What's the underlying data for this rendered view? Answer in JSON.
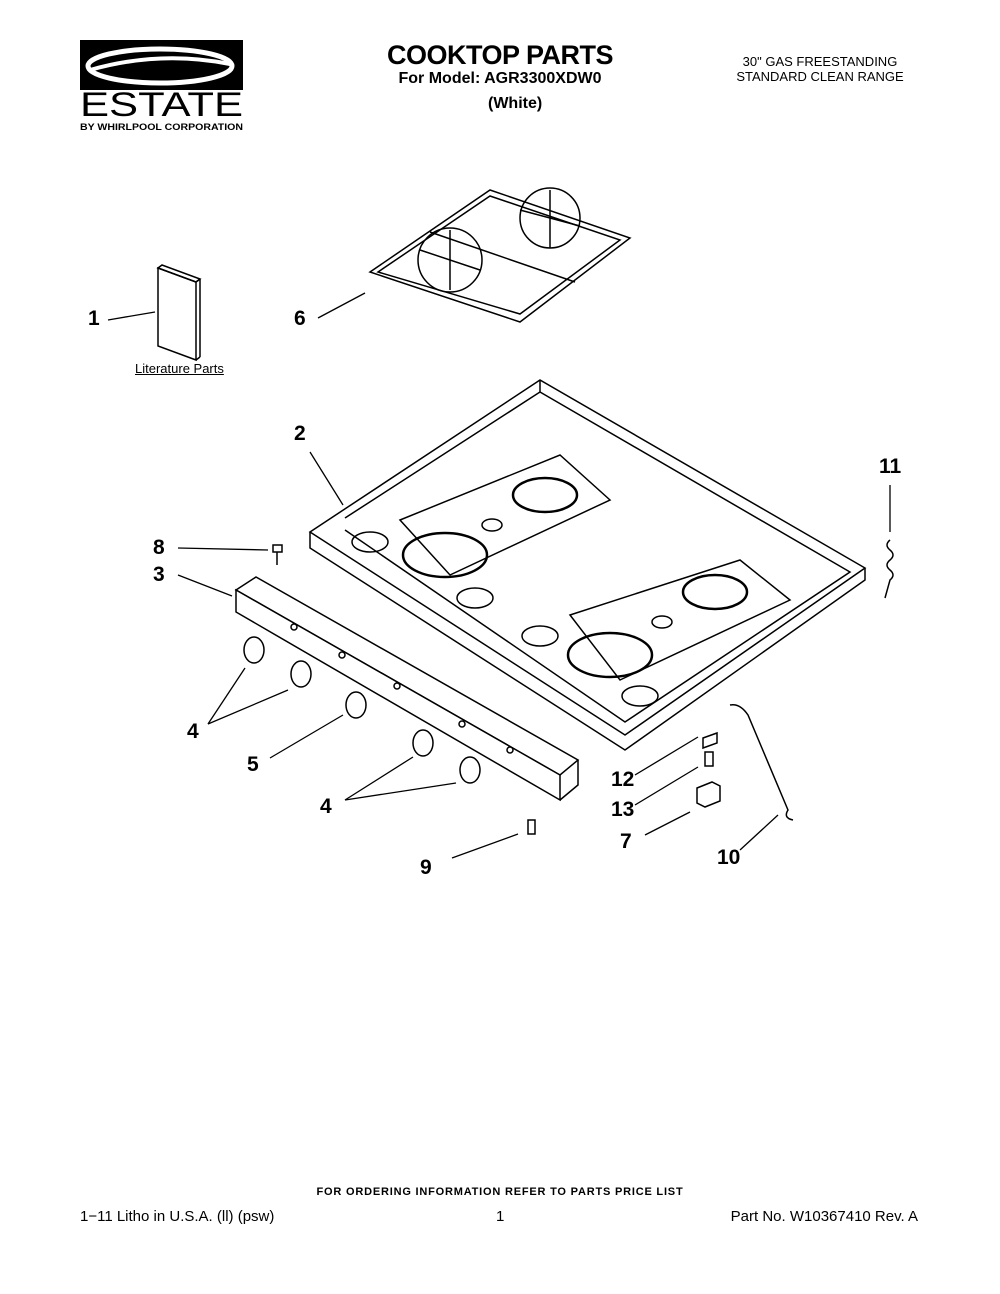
{
  "header": {
    "brand": "ESTATE",
    "brand_tagline": "BY WHIRLPOOL CORPORATION",
    "title": "COOKTOP PARTS",
    "model_line": "For Model: AGR3300XDW0",
    "color": "(White)",
    "range_line1": "30\" GAS FREESTANDING",
    "range_line2": "STANDARD CLEAN RANGE"
  },
  "diagram": {
    "literature_label": "Literature Parts",
    "callouts": [
      "1",
      "6",
      "2",
      "11",
      "8",
      "3",
      "4",
      "5",
      "4",
      "12",
      "13",
      "7",
      "10",
      "9"
    ]
  },
  "footer": {
    "ordering": "FOR ORDERING INFORMATION REFER TO PARTS PRICE LIST",
    "litho": "1−11 Litho in U.S.A. (ll) (psw)",
    "page": "1",
    "part_no": "Part No. W10367410 Rev. A"
  }
}
